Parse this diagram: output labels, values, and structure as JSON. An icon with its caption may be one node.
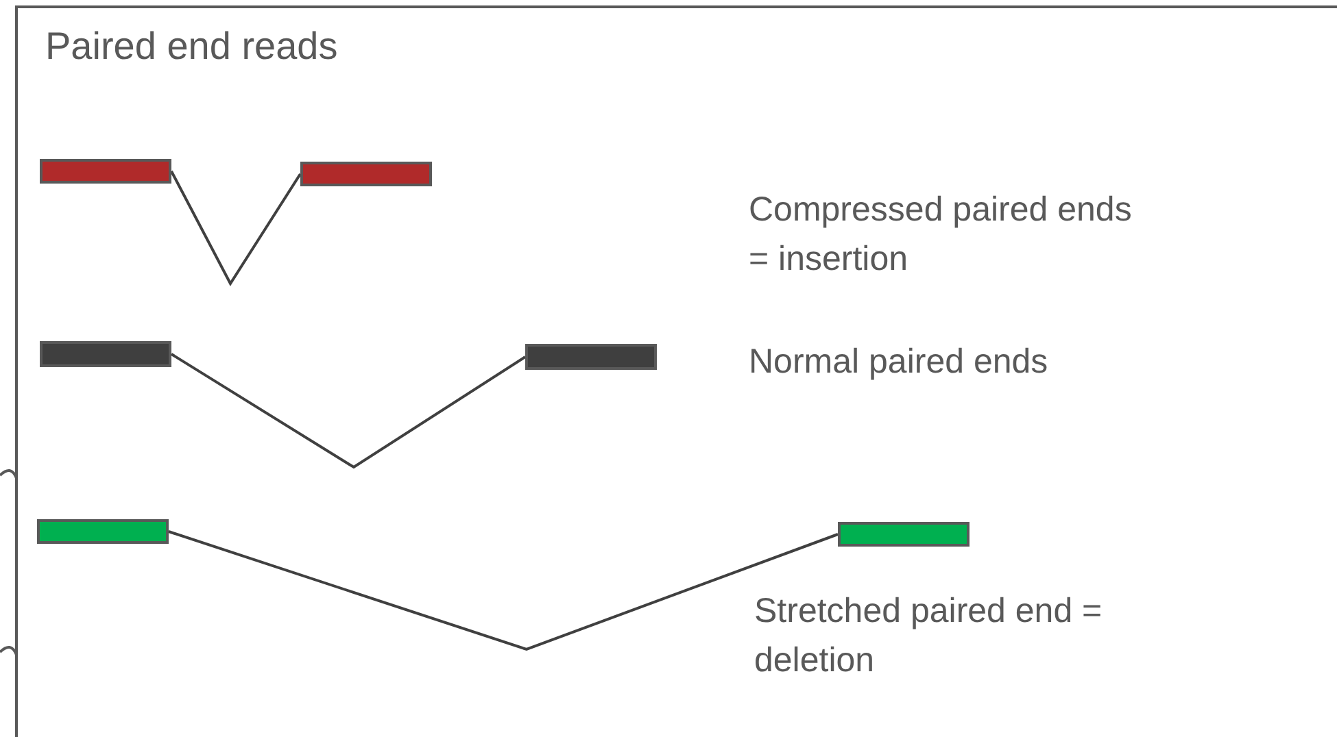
{
  "diagram": {
    "title": "Paired end reads",
    "nodes": [
      {
        "text": [],
        "shape": "bar"
      },
      {
        "text": [],
        "shape": "bar"
      },
      {
        "text": [],
        "shape": "bar"
      },
      {
        "text": [],
        "shape": "bar"
      },
      {
        "text": [],
        "shape": "bar"
      },
      {
        "text": [],
        "shape": "bar"
      }
    ],
    "edges": [
      {
        "from": 0,
        "to": 1,
        "arrow": "none"
      },
      {
        "from": 2,
        "to": 3,
        "arrow": "none"
      },
      {
        "from": 4,
        "to": 5,
        "arrow": "none"
      }
    ],
    "labels": [
      "Compressed paired ends = insertion",
      "Normal paired ends",
      "Stretched paired end = deletion"
    ]
  }
}
